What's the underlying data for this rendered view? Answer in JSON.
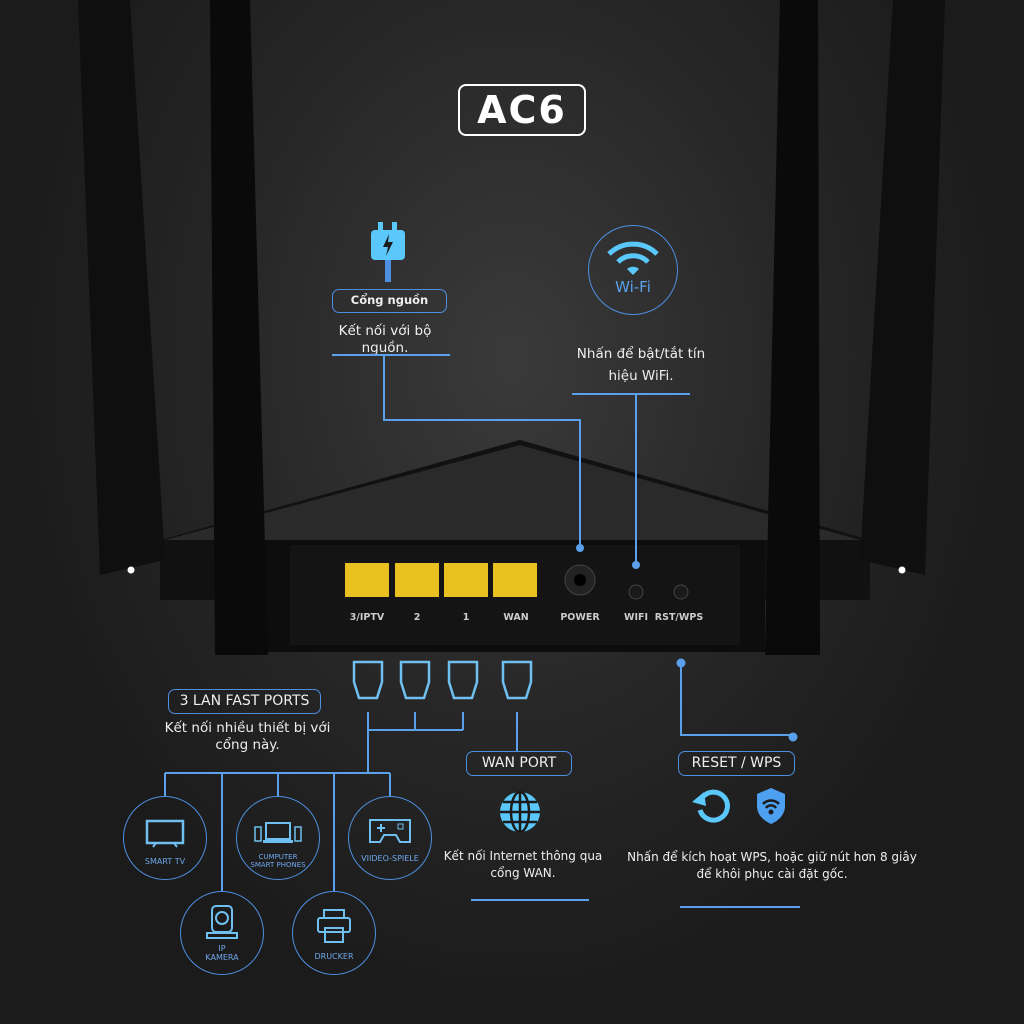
{
  "badge": "AC6",
  "power": {
    "label": "Cổng nguồn",
    "desc": "Kết nối với bộ nguồn."
  },
  "wifi": {
    "icon_text": "Wi-Fi",
    "desc": "Nhấn để bật/tắt tín hiệu WiFi."
  },
  "router_ports": [
    "3/IPTV",
    "2",
    "1",
    "WAN",
    "POWER",
    "WIFI",
    "RST/WPS"
  ],
  "lan": {
    "label": "3 LAN FAST PORTS",
    "desc": "Kết nối nhiều thiết bị với cổng này.",
    "devices": {
      "tv": "SMART TV",
      "computer1": "CUMPUTER",
      "computer2": "SMART PHONES",
      "game": "VIIDEO-SPIELE",
      "camera1": "IP",
      "camera2": "KAMERA",
      "printer": "DRUCKER"
    }
  },
  "wan": {
    "label": "WAN PORT",
    "desc": "Kết nối Internet thông qua cổng WAN."
  },
  "reset": {
    "label": "RESET / WPS",
    "desc": "Nhấn để kích hoạt WPS, hoặc giữ nút hơn 8 giây để khôi phục cài đặt gốc."
  },
  "colors": {
    "accent": "#4d8fe0",
    "port": "#e8c020",
    "bg": "#1b1b1b"
  }
}
